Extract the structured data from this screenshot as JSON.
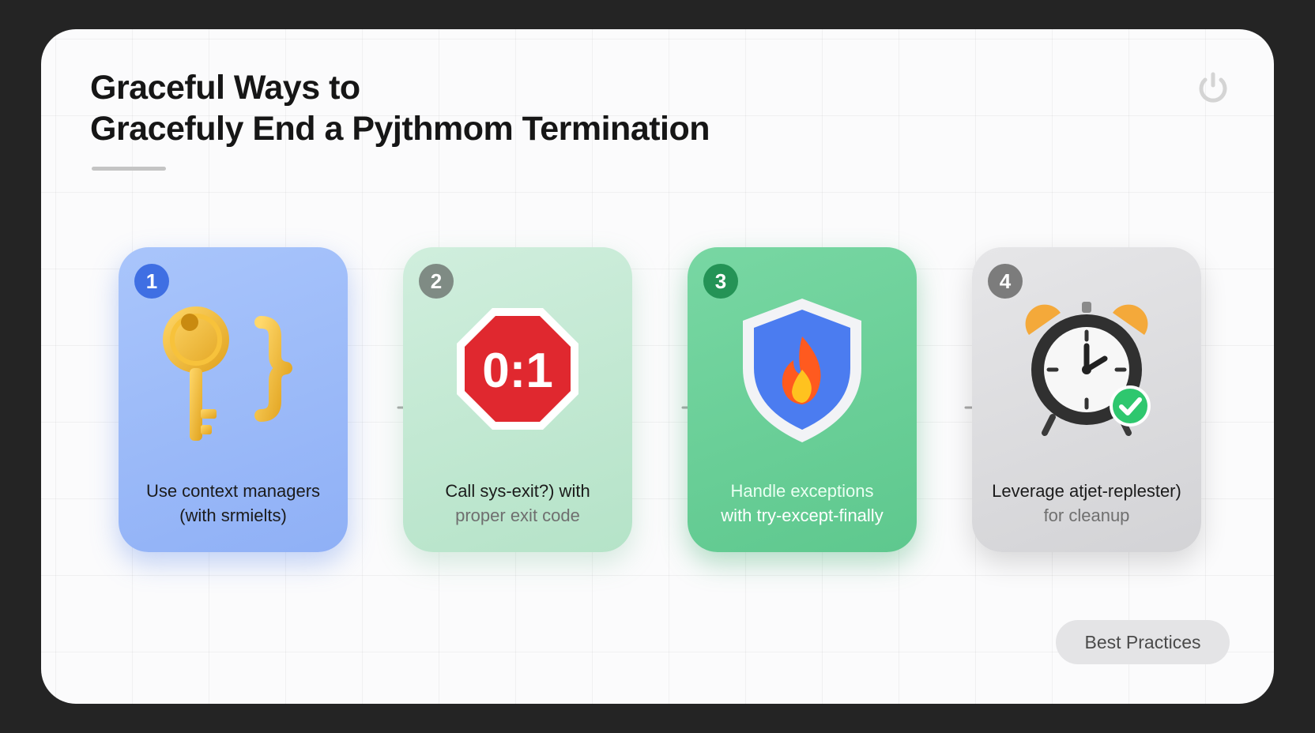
{
  "title": {
    "line1": "Graceful Ways to",
    "line2": "Gracefuly End a Pyjthmom Termination"
  },
  "header_icon": "power-icon",
  "steps": [
    {
      "number": "1",
      "icon": "key-with-brace-icon",
      "line1": "Use context managers",
      "line2": "(with srmielts)"
    },
    {
      "number": "2",
      "icon": "stop-sign-icon",
      "sign_text": "0:1",
      "line1": "Call sys-exit?) with",
      "line2": "proper exit code"
    },
    {
      "number": "3",
      "icon": "shield-fire-icon",
      "line1": "Handle exceptions",
      "line2": "with try-except-finally"
    },
    {
      "number": "4",
      "icon": "alarm-clock-check-icon",
      "line1": "Leverage atjet-replester)",
      "line2": "for cleanup"
    }
  ],
  "footer_tag": "Best Practices",
  "colors": {
    "card1": "#9dbcf9",
    "card2": "#c4e9d3",
    "card3": "#6dd09a",
    "card4": "#dcdcde",
    "stop_sign": "#e0282f",
    "shield": "#4b7cf0",
    "check": "#2ec76e"
  }
}
